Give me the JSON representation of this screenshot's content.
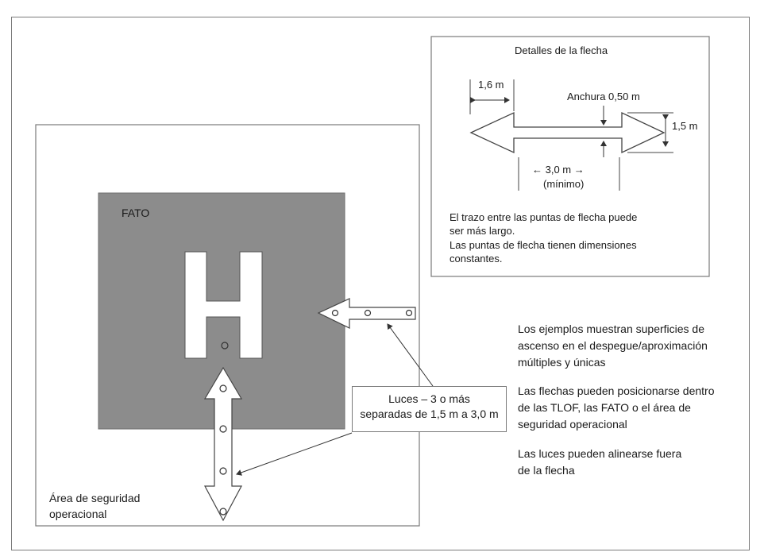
{
  "diagram": {
    "fato_label": "FATO",
    "safety_area_label": [
      "Área de seguridad",
      "operacional"
    ],
    "lights_label": [
      "Luces – 3 o más",
      "separadas de 1,5 m a 3,0 m"
    ],
    "detail": {
      "title": "Detalles de la flecha",
      "dim_width": "1,6 m",
      "dim_stroke": "Anchura 0,50 m",
      "dim_height": "1,5 m",
      "dim_length": "← 3,0 m →",
      "dim_length_note": "(mínimo)",
      "notes": [
        "El trazo entre las puntas de flecha puede",
        "ser más largo.",
        "Las puntas de flecha tienen dimensiones",
        "constantes."
      ]
    },
    "side_notes": [
      [
        "Los ejemplos muestran superficies de",
        "ascenso en el despegue/aproximación",
        "múltiples y únicas"
      ],
      [
        "Las flechas pueden posicionarse dentro",
        "de las TLOF, las FATO o el área de",
        "seguridad operacional"
      ],
      [
        "Las luces pueden alinearse fuera",
        "de la flecha"
      ]
    ],
    "colors": {
      "fato_fill": "#8c8c8c",
      "line": "#555555",
      "text": "#1a1a1a"
    }
  }
}
